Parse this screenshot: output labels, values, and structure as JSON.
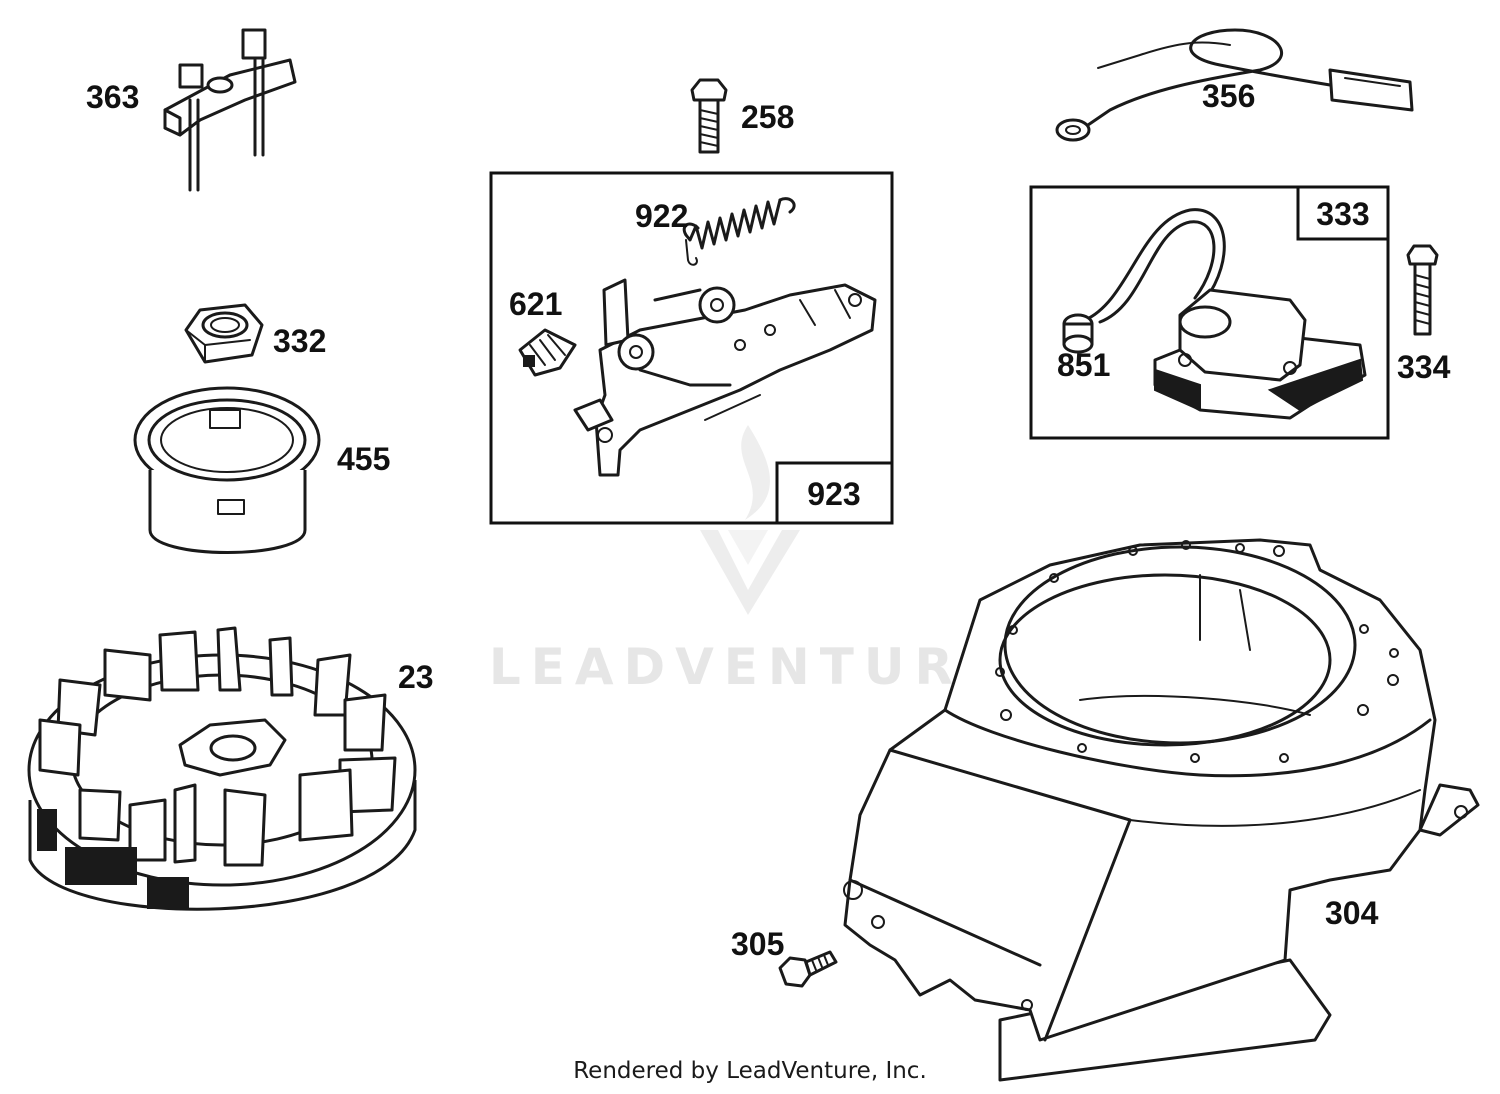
{
  "watermark": {
    "brand": "LEADVENTURE"
  },
  "footer": {
    "credit": "Rendered by LeadVenture, Inc."
  },
  "callouts": {
    "p363": "363",
    "p332": "332",
    "p455": "455",
    "p23": "23",
    "p258": "258",
    "p922": "922",
    "p621": "621",
    "p923": "923",
    "p356": "356",
    "p333": "333",
    "p851": "851",
    "p334": "334",
    "p304": "304",
    "p305": "305"
  },
  "icons": {
    "watermark": "leadventure-logo-icon",
    "bracket": "anchor-bracket-icon",
    "nut": "hex-nut-icon",
    "cup": "starter-cup-icon",
    "flywheel": "flywheel-icon",
    "bolt": "bolt-icon",
    "spring": "spring-icon",
    "clip": "cable-clip-icon",
    "governor": "control-bracket-icon",
    "wire": "ground-wire-icon",
    "armature": "armature-icon",
    "housing": "blower-housing-icon"
  }
}
